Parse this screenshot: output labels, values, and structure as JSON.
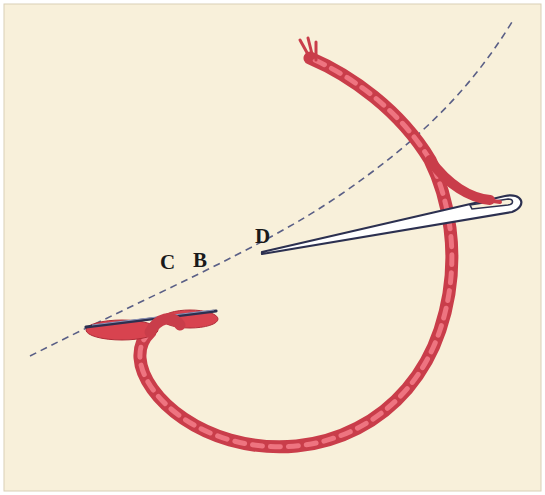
{
  "diagram": {
    "labels": [
      "C",
      "B",
      "D"
    ]
  }
}
